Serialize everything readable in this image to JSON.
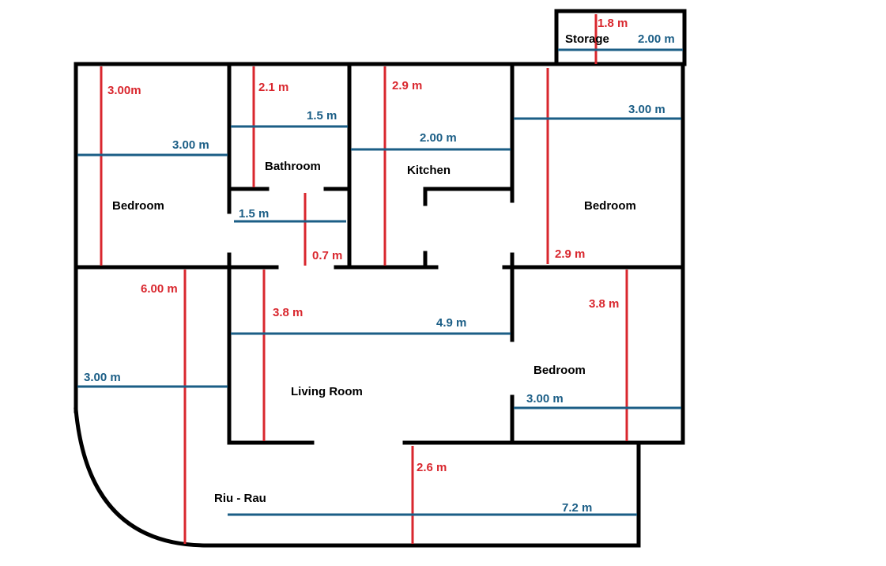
{
  "colors": {
    "wall": "#000000",
    "height_dimension": "#d9272e",
    "width_dimension": "#1b5e86",
    "background": "#ffffff"
  },
  "rooms": {
    "storage": "Storage",
    "bathroom": "Bathroom",
    "kitchen": "Kitchen",
    "bedroom_left": "Bedroom",
    "bedroom_right": "Bedroom",
    "bedroom_lower_right": "Bedroom",
    "living_room": "Living Room",
    "riu_rau": "Riu - Rau"
  },
  "dimensions": {
    "storage_height": "1.8 m",
    "storage_width": "2.00 m",
    "bedroom_left_height": "3.00m",
    "bedroom_left_width": "3.00 m",
    "bathroom_height": "2.1 m",
    "bathroom_width": "1.5 m",
    "hall_width": "1.5 m",
    "hall_depth": "0.7 m",
    "kitchen_height": "2.9 m",
    "kitchen_width": "2.00 m",
    "bedroom_right_width": "3.00 m",
    "bedroom_right_height": "2.9 m",
    "riu_rau_left_height": "6.00 m",
    "riu_rau_left_width": "3.00 m",
    "living_height": "3.8 m",
    "living_width": "4.9 m",
    "bedroom_lower_height": "3.8 m",
    "bedroom_lower_width": "3.00 m",
    "riu_rau_height": "2.6 m",
    "riu_rau_width": "7.2 m"
  }
}
